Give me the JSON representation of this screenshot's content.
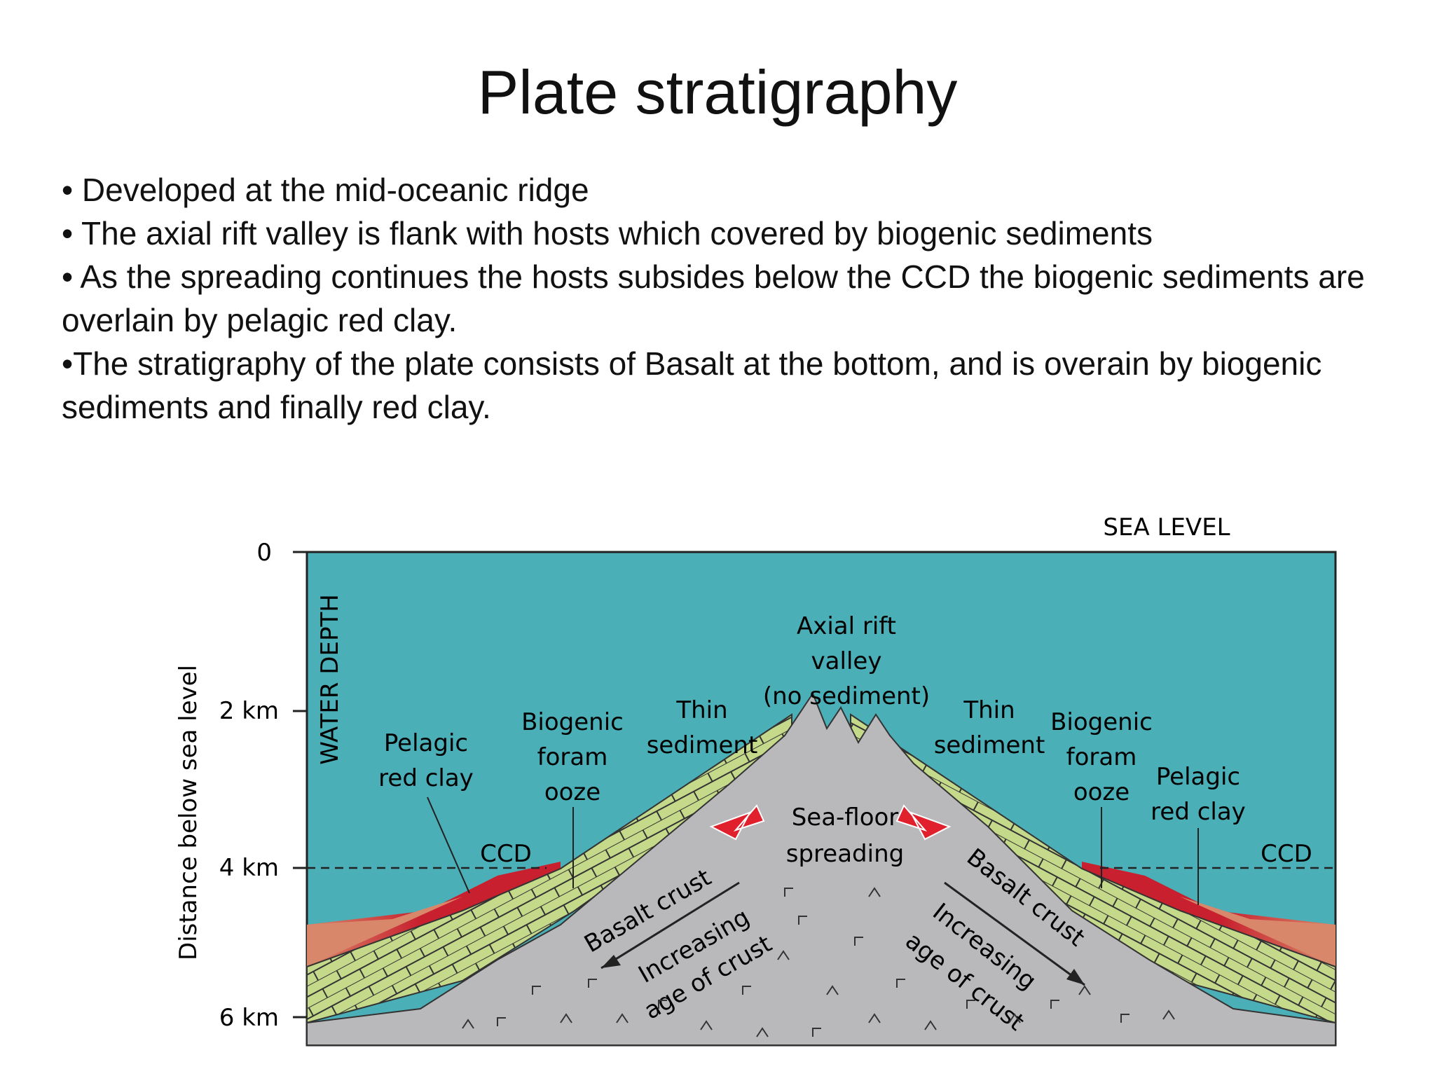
{
  "slide": {
    "title": "Plate stratigraphy",
    "bullets": [
      "• Developed at the mid-oceanic ridge",
      "• The axial rift valley is flank with hosts which covered by biogenic sediments",
      "• As the spreading continues the hosts subsides below the CCD the biogenic sediments are overlain by pelagic red clay.",
      "•The stratigraphy of the plate consists of Basalt at the bottom, and is overain by biogenic sediments and finally red clay."
    ]
  },
  "diagram": {
    "sea_level": "SEA LEVEL",
    "axis_label": "Distance below sea level",
    "water_depth": "WATER DEPTH",
    "depth_ticks": [
      "0",
      "2 km",
      "4 km",
      "6 km"
    ],
    "ccd_left": "CCD",
    "ccd_right": "CCD",
    "axial_rift": [
      "Axial rift",
      "valley",
      "(no sediment)"
    ],
    "thin_sediment_left": [
      "Thin",
      "sediment"
    ],
    "thin_sediment_right": [
      "Thin",
      "sediment"
    ],
    "biogenic_left": [
      "Biogenic",
      "foram",
      "ooze"
    ],
    "biogenic_right": [
      "Biogenic",
      "foram",
      "ooze"
    ],
    "pelagic_left": [
      "Pelagic",
      "red clay"
    ],
    "pelagic_right": [
      "Pelagic",
      "red clay"
    ],
    "spreading": [
      "Sea-floor",
      "spreading"
    ],
    "basalt_left": "Basalt crust",
    "basalt_right": "Basalt crust",
    "increasing_left": [
      "Increasing",
      "age of crust"
    ],
    "increasing_right": [
      "Increasing",
      "age of crust"
    ],
    "colors": {
      "water": "#4aafb7",
      "clay": "#d9876a",
      "clay_dark": "#c8202e",
      "ooze": "#c4d98a",
      "crust": "#b9b9bb",
      "arrow": "#e0202c"
    }
  }
}
